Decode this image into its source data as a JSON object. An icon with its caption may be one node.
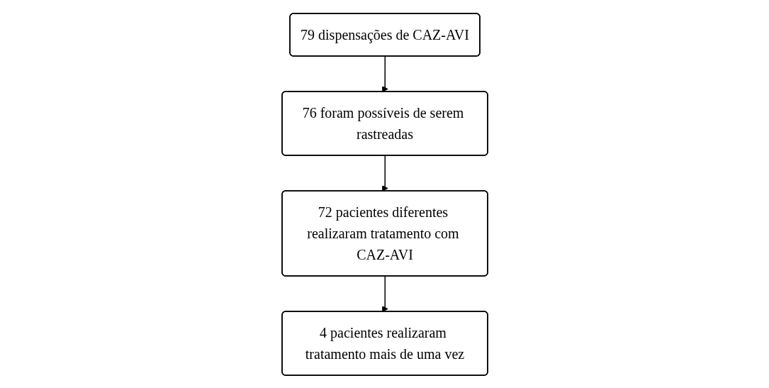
{
  "diagram": {
    "nodes": [
      {
        "text": [
          "79 dispensações de CAZ-AVI"
        ]
      },
      {
        "text": [
          "76 foram possíveis de serem rastreadas"
        ]
      },
      {
        "text": [
          "72 pacientes diferentes realizaram tratamento com CAZ-AVI"
        ]
      },
      {
        "text": [
          "4 pacientes realizaram tratamento mais de uma vez"
        ]
      }
    ],
    "edges": [
      {
        "from": 0,
        "to": 1,
        "arrow": "to"
      },
      {
        "from": 1,
        "to": 2,
        "arrow": "to"
      },
      {
        "from": 2,
        "to": 3,
        "arrow": "to"
      }
    ]
  }
}
